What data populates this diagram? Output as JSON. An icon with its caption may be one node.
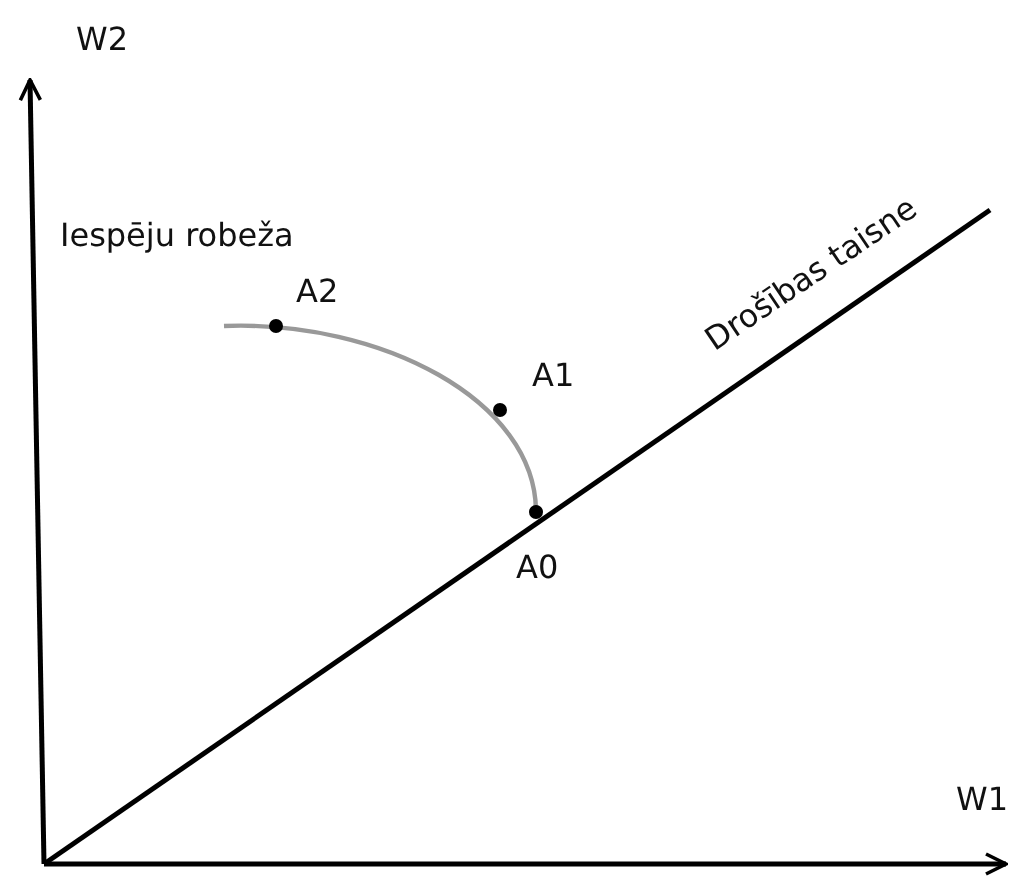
{
  "diagram": {
    "labels": [
      "W2",
      "Iespēju robeža",
      "A2",
      "Drošības taisne",
      "A1",
      "A0",
      "W1"
    ]
  }
}
